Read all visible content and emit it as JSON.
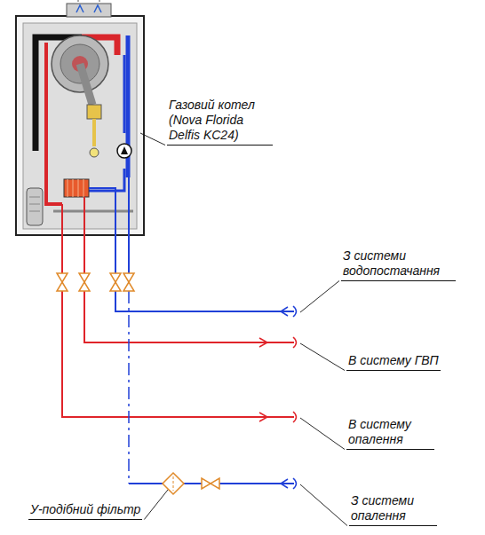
{
  "diagram": {
    "labels": [
      "Газовий котел (Nova Florida Delfis KC24)",
      "З системи водопостачання",
      "В систему ГВП",
      "В систему опалення",
      "З системи опалення",
      "У-подібний фільтр"
    ]
  }
}
